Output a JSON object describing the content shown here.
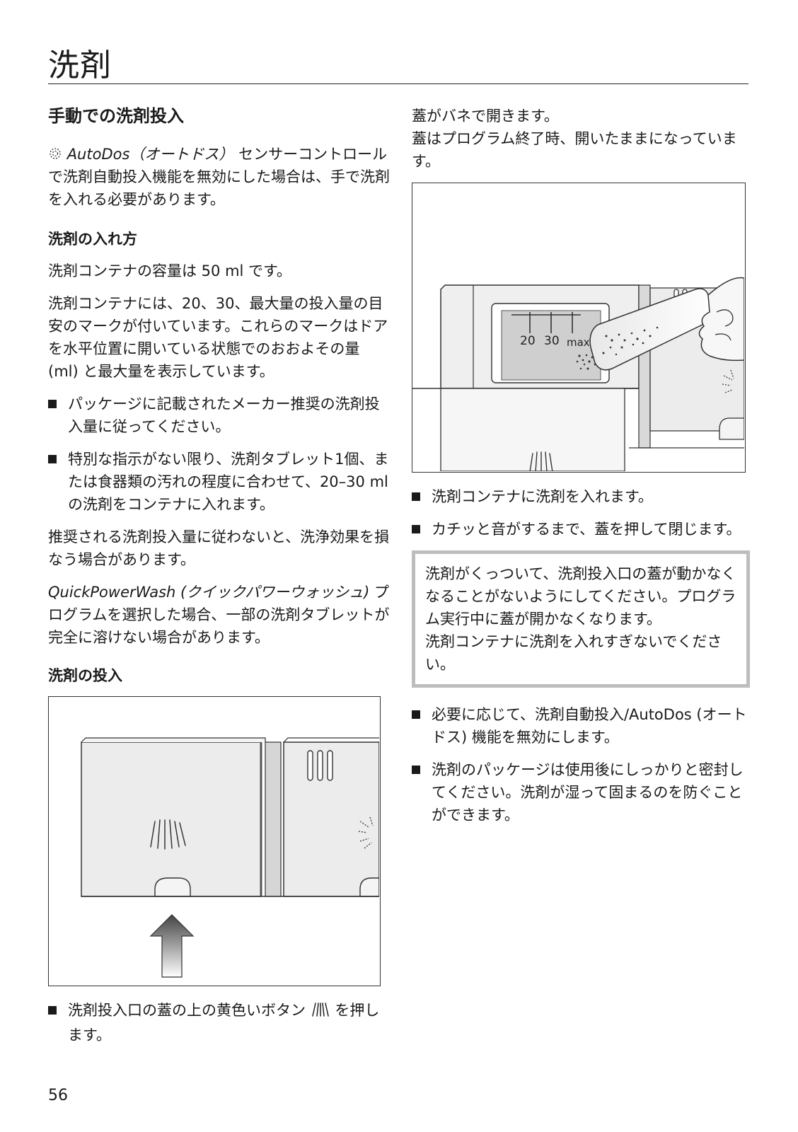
{
  "page": {
    "title": "洗剤",
    "number": "56"
  },
  "left": {
    "heading": "手動での洗剤投入",
    "intro_label": "AutoDos（オートドス）",
    "intro_rest": " センサーコントロールで洗剤自動投入機能を無効にした場合は、手で洗剤を入れる必要があります。",
    "section1_heading": "洗剤の入れ方",
    "capacity": "洗剤コンテナの容量は 50 ml です。",
    "marks": "洗剤コンテナには、20、30、最大量の投入量の目安のマークが付いています。これらのマークはドアを水平位置に開いている状態でのおおよその量 (ml) と最大量を表示しています。",
    "bullets": [
      "パッケージに記載されたメーカー推奨の洗剤投入量に従ってください。",
      "特別な指示がない限り、洗剤タブレット1個、または食器類の汚れの程度に合わせて、20–30 ml の洗剤をコンテナに入れます。"
    ],
    "effect_warning": "推奨される洗剤投入量に従わないと、洗浄効果を損なう場合があります。",
    "qpw_label": "QuickPowerWash (クイックパワーウォッシュ)",
    "qpw_rest": " プログラムを選択した場合、一部の洗剤タブレットが完全に溶けない場合があります。",
    "section2_heading": "洗剤の投入",
    "press_before": "洗剤投入口の蓋の上の黄色いボタン ",
    "press_after": " を押します。"
  },
  "right": {
    "lid_line1": "蓋がバネで開きます。",
    "lid_line2": "蓋はプログラム終了時、開いたままになっています。",
    "figure_labels": {
      "m20": "20",
      "m30": "30",
      "mmax": "max"
    },
    "bullets1": [
      "洗剤コンテナに洗剤を入れます。",
      "カチッと音がするまで、蓋を押して閉じます。"
    ],
    "warning_lines": [
      "洗剤がくっついて、洗剤投入口の蓋が動かなくなることがないようにしてください。プログラム実行中に蓋が開かなくなります。",
      "洗剤コンテナに洗剤を入れすぎないでください。"
    ],
    "bullets2": [
      "必要に応じて、洗剤自動投入/AutoDos (オートドス) 機能を無効にします。",
      "洗剤のパッケージは使用後にしっかりと密封してください。洗剤が湿って固まるのを防ぐことができます。"
    ]
  }
}
